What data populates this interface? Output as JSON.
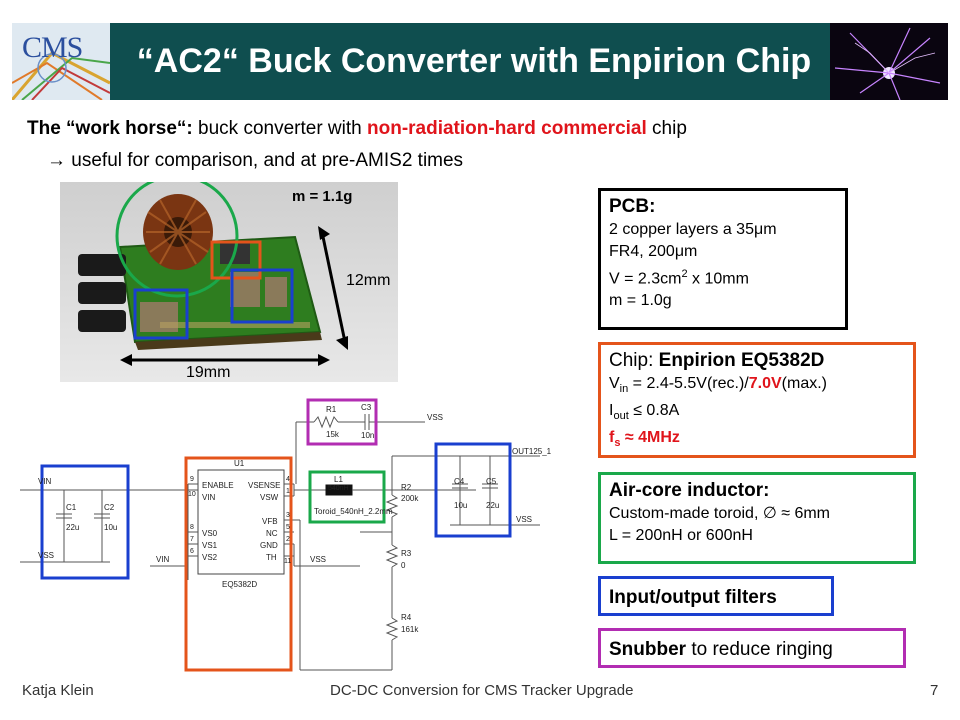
{
  "header": {
    "logo_text": "CMS",
    "title": "“AC2“ Buck Converter with Enpirion Chip"
  },
  "intro": {
    "line1_lead": "The “work horse“:",
    "line1_mid": " buck converter with ",
    "line1_emph": "non-radiation-hard commercial",
    "line1_tail": " chip",
    "line2_arrow": "→",
    "line2_text": " useful for comparison, and at pre-AMIS2 times"
  },
  "photo": {
    "mass_label": "m = 1.1g",
    "height_label": "12mm",
    "width_label": "19mm"
  },
  "pcb_box": {
    "heading": "PCB:",
    "line1": "2 copper layers a 35μm",
    "line2": "FR4, 200μm",
    "line3_main": "V = 2.3cm",
    "line3_sup": "2",
    "line3_tail": " x 10mm",
    "line4": "m = 1.0g"
  },
  "chip_box": {
    "heading_pre": "Chip",
    "heading_colon": ": ",
    "heading_name": "Enpirion EQ5382D",
    "vin_label": "V",
    "vin_sub": "in",
    "vin_mid": " = 2.4-5.5V(rec.)/",
    "vin_max": "7.0V",
    "vin_tail": "(max.)",
    "iout_label": "I",
    "iout_sub": "out",
    "iout_tail": " ≤ 0.8A",
    "fs_label": "f",
    "fs_sub": "s",
    "fs_tail": " ≈ 4MHz"
  },
  "air_box": {
    "heading": "Air-core inductor:",
    "line1": "Custom-made toroid, ∅ ≈ 6mm",
    "line2": "L = 200nH or 600nH"
  },
  "filter_box": {
    "text": "Input/output filters"
  },
  "snubber_box": {
    "bold": "Snubber",
    "rest": " to reduce ringing"
  },
  "schematic": {
    "vin_top": "VIN",
    "vss_left": "VSS",
    "vin_bottom": "VIN",
    "c1": "C1",
    "c1_val": "22u",
    "c2": "C2",
    "c2_val": "10u",
    "u1": "U1",
    "pin_enable": "ENABLE",
    "pin_vin": "VIN",
    "pin_vs0": "VS0",
    "pin_vs1": "VS1",
    "pin_vs2": "VS2",
    "pin_vsense": "VSENSE",
    "pin_vsw": "VSW",
    "pin_vfb": "VFB",
    "pin_nc": "NC",
    "pin_gnd": "GND",
    "pin_th": "TH",
    "pins_left": [
      "9",
      "10",
      "8",
      "7",
      "6"
    ],
    "pins_right": [
      "4",
      "1",
      "3",
      "5",
      "2",
      "11"
    ],
    "chip_name": "EQ5382D",
    "r1": "R1",
    "r1_val": "15k",
    "c3": "C3",
    "c3_val": "10n",
    "vss_top": "VSS",
    "l1": "L1",
    "l1_val": "540nH",
    "toroid": "Toroid_540nH_2.2mm",
    "r2": "R2",
    "r2_val": "200k",
    "r3": "R3",
    "r3_val": "0",
    "r4": "R4",
    "r4_val": "161k",
    "vss_mid": "VSS",
    "out": "OUT125_1",
    "c4": "C4",
    "c4_val": "10u",
    "c5": "C5",
    "c5_val": "22u",
    "vss_right": "VSS"
  },
  "footer": {
    "author": "Katja Klein",
    "talk": "DC-DC Conversion for CMS Tracker Upgrade",
    "page": "7"
  }
}
